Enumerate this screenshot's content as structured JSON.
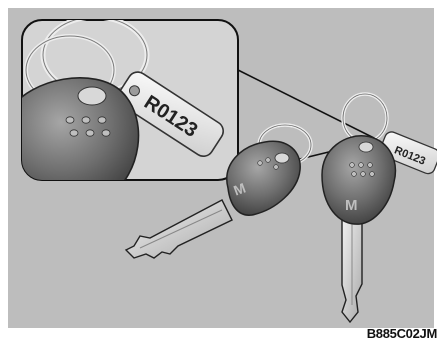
{
  "illustration": {
    "key_tag_code": "R0123",
    "key_logo_letter": "M",
    "image_code": "B885C02JM"
  },
  "colors": {
    "panel_background": "#bdbdbd",
    "zoom_inset_background": "#d4d4d4",
    "key_head": "#6f6f6f",
    "key_blade": "#cfcfcf",
    "tag": "#e6e6e6",
    "outline": "#111111"
  }
}
